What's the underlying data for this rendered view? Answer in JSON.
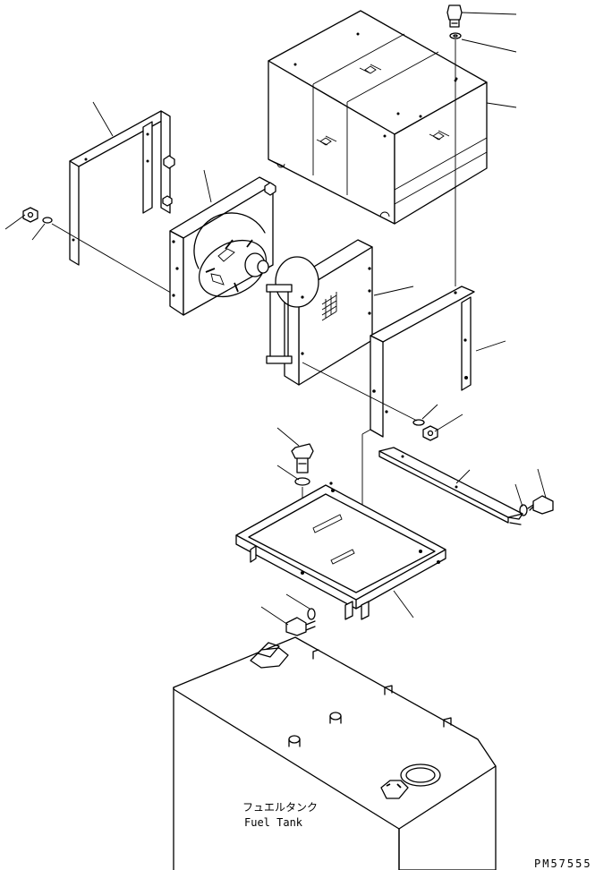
{
  "labels": {
    "tank_label_jp": "フュエルタンク",
    "tank_label_en": "Fuel Tank",
    "drawing_code": "PM57555"
  }
}
